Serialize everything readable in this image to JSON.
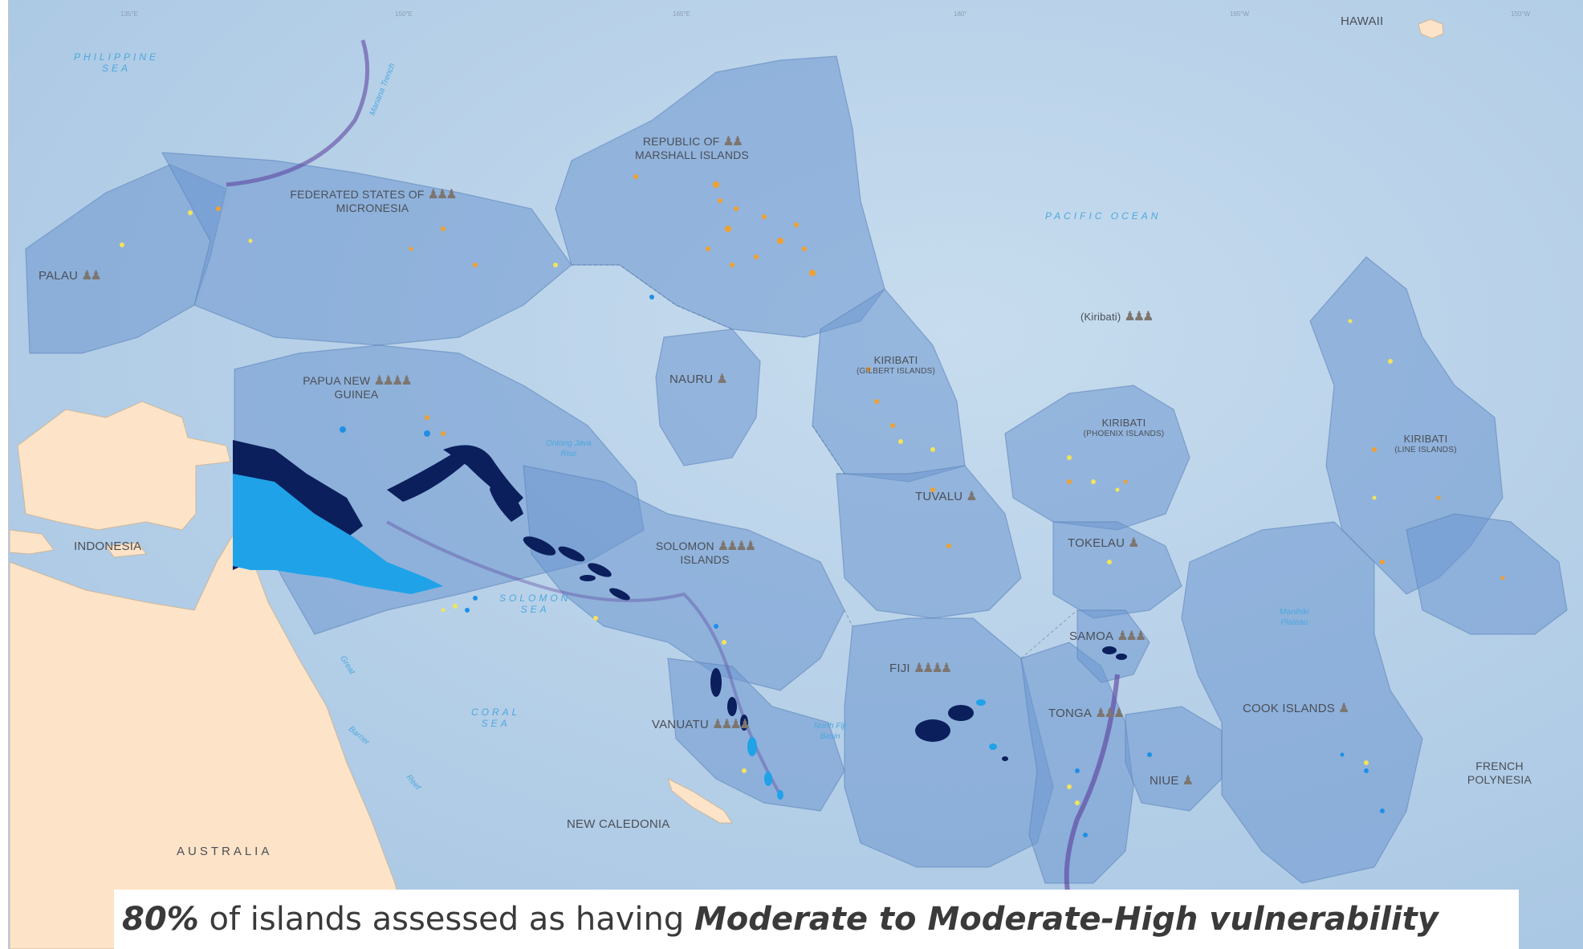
{
  "map": {
    "colors": {
      "ocean": "#bfd6ea",
      "ocean_deep": "#a9c7e4",
      "eez_fill": "#6d98d0",
      "land": "#fde3c7",
      "png_dark": "#0a1f5c",
      "png_light": "#1fa2e8",
      "island_orange": "#f0a030",
      "island_yellow": "#f2e45a",
      "island_blue": "#1f8fe6",
      "trench": "#5a3c9a"
    },
    "countries": [
      {
        "id": "palau",
        "name": "PALAU",
        "sub": "",
        "people": 2
      },
      {
        "id": "fsm",
        "name": "FEDERATED STATES OF",
        "name2": "MICRONESIA",
        "people": 3
      },
      {
        "id": "rmi",
        "name": "REPUBLIC OF",
        "name2": "MARSHALL ISLANDS",
        "people": 2
      },
      {
        "id": "png",
        "name": "PAPUA NEW",
        "name2": "GUINEA",
        "people": 4
      },
      {
        "id": "nauru",
        "name": "NAURU",
        "people": 1
      },
      {
        "id": "kiribati-gilbert",
        "name": "KIRIBATI",
        "sub": "(GILBERT ISLANDS)"
      },
      {
        "id": "kiribati-phoenix",
        "name": "KIRIBATI",
        "sub": "(PHOENIX ISLANDS)"
      },
      {
        "id": "kiribati-line",
        "name": "KIRIBATI",
        "sub": "(LINE ISLANDS)"
      },
      {
        "id": "kiribati",
        "name": "(Kiribati)",
        "people": 3
      },
      {
        "id": "tuvalu",
        "name": "TUVALU",
        "people": 1
      },
      {
        "id": "tokelau",
        "name": "TOKELAU",
        "people": 1
      },
      {
        "id": "solomon",
        "name": "SOLOMON",
        "name2": "ISLANDS",
        "people": 4
      },
      {
        "id": "samoa",
        "name": "SAMOA",
        "people": 3
      },
      {
        "id": "fiji",
        "name": "FIJI",
        "people": 4
      },
      {
        "id": "vanuatu",
        "name": "VANUATU",
        "people": 4
      },
      {
        "id": "tonga",
        "name": "TONGA",
        "people": 3
      },
      {
        "id": "niue",
        "name": "NIUE",
        "people": 1
      },
      {
        "id": "cook",
        "name": "COOK ISLANDS",
        "people": 1
      },
      {
        "id": "french-polynesia",
        "name": "FRENCH",
        "name2": "POLYNESIA"
      },
      {
        "id": "new-caledonia",
        "name": "NEW CALEDONIA"
      },
      {
        "id": "indonesia",
        "name": "INDONESIA"
      },
      {
        "id": "hawaii",
        "name": "HAWAII"
      }
    ],
    "continent": "AUSTRALIA",
    "seas": {
      "philippine": [
        "PHILIPPINE",
        "SEA"
      ],
      "pacific": "PACIFIC OCEAN",
      "solomon": [
        "SOLOMON",
        "SEA"
      ],
      "coral": [
        "CORAL",
        "SEA"
      ]
    },
    "features": {
      "ontong": [
        "Ontong Java",
        "Rise"
      ],
      "manihiki": [
        "Manihiki",
        "Plateau"
      ],
      "northfiji": [
        "North Fiji",
        "Basin"
      ],
      "great_barrier": [
        "Great",
        "Barrier",
        "Reef"
      ],
      "mariana": "Mariana Trench"
    },
    "graticule": [
      "135°E",
      "150°E",
      "165°E",
      "180°",
      "165°W",
      "150°W"
    ],
    "person_glyph": "♟"
  },
  "caption": {
    "pct": "80%",
    "middle": " of islands assessed as having ",
    "emph": "Moderate to Moderate-High vulnerability"
  }
}
